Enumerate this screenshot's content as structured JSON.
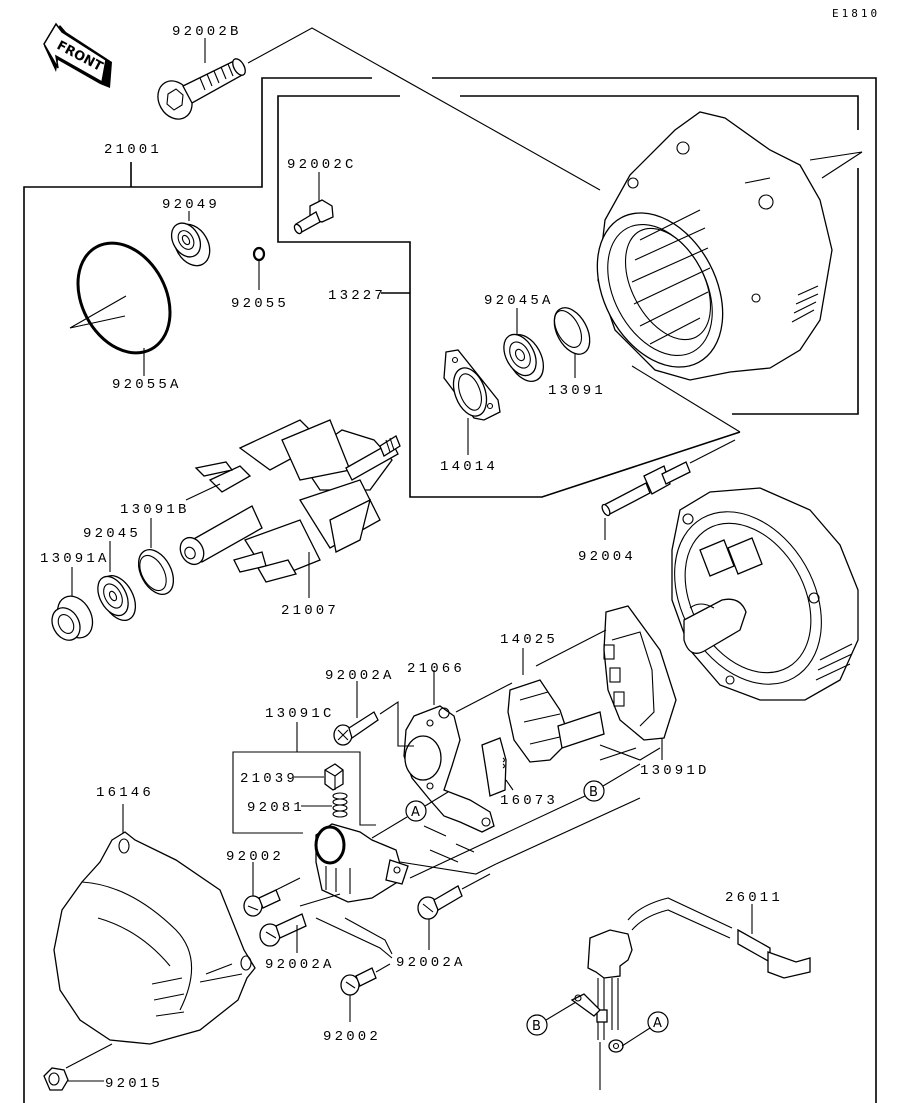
{
  "diagram": {
    "code": "E1810",
    "direction_label": "FRONT",
    "colors": {
      "line": "#000000",
      "background": "#ffffff"
    }
  },
  "labels": {
    "p92002B": "92002B",
    "p21001": "21001",
    "p92049": "92049",
    "p92055": "92055",
    "p92055A": "92055A",
    "p92002C": "92002C",
    "p13227": "13227",
    "p92045A": "92045A",
    "p13091": "13091",
    "p14014": "14014",
    "p13091B": "13091B",
    "p92045": "92045",
    "p13091A": "13091A",
    "p21007": "21007",
    "p92004": "92004",
    "p14025": "14025",
    "p92002A_top": "92002A",
    "p21066": "21066",
    "p13091C": "13091C",
    "p21039": "21039",
    "p92081": "92081",
    "p16073": "16073",
    "p13091D": "13091D",
    "p16146": "16146",
    "p92002_left": "92002",
    "p92002A_left": "92002A",
    "p92002A_right": "92002A",
    "p92002_bottom": "92002",
    "p92015": "92015",
    "p26011": "26011"
  },
  "connectors": {
    "A": "A",
    "B": "B"
  }
}
